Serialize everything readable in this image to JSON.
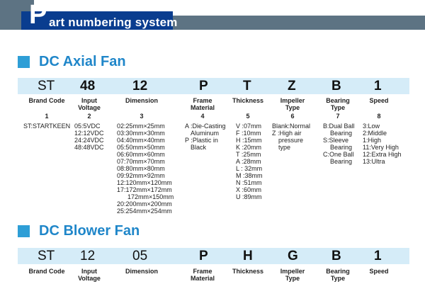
{
  "header": {
    "first_letter": "P",
    "rest": "art numbering system"
  },
  "axial": {
    "title": "DC Axial Fan",
    "codes": [
      "ST",
      "48",
      "12",
      "P",
      "T",
      "Z",
      "B",
      "1"
    ],
    "labels": [
      "Brand Code",
      "Input Voltage",
      "Dimension",
      "Frame Material",
      "Thickness",
      "Impeller Type",
      "Bearing Type",
      "Speed"
    ],
    "numbers": [
      "1",
      "2",
      "3",
      "4",
      "5",
      "6",
      "7",
      "8"
    ],
    "values": {
      "brand": [
        "ST:STARTKEEN"
      ],
      "voltage": [
        "05:5VDC",
        "12:12VDC",
        "24:24VDC",
        "48:48VDC"
      ],
      "dimension": [
        "02:25mm×25mm",
        "03:30mm×30mm",
        "04:40mm×40mm",
        "05:50mm×50mm",
        "06:60mm×60mm",
        "07:70mm×70mm",
        "08:80mm×80mm",
        "09:92mm×92mm",
        "12:120mm×120mm",
        "17:172mm×172mm",
        "172mm×150mm",
        "20:200mm×200mm",
        "25:254mm×254mm"
      ],
      "frame": [
        "A :Die-Casting",
        "Aluminum",
        "P :Plastic in",
        "Black"
      ],
      "thickness": [
        "V :07mm",
        "F :10mm",
        "H :15mm",
        "K :20mm",
        "T :25mm",
        "A :28mm",
        "L : 32mm",
        "M :38mm",
        "N :51mm",
        "X :60mm",
        "U :89mm"
      ],
      "impeller": [
        "Blank:Normal",
        "Z :High air",
        "pressure",
        "type"
      ],
      "bearing": [
        "B:Dual Ball",
        "Bearing",
        "S:Sleeve",
        "Bearing",
        "C:One Ball",
        "Bearing"
      ],
      "speed": [
        "3:Low",
        "2:Middle",
        "1:High",
        "11:Very High",
        "12:Extra High",
        "13:Ultra"
      ]
    }
  },
  "blower": {
    "title": "DC Blower Fan",
    "codes": [
      "ST",
      "12",
      "05",
      "P",
      "H",
      "G",
      "B",
      "1"
    ],
    "labels": [
      "Brand Code",
      "Input Voltage",
      "Dimension",
      "Frame Material",
      "Thickness",
      "Impeller Type",
      "Bearing Type",
      "Speed"
    ]
  },
  "colors": {
    "header_band": "#5d7383",
    "header_tab": "#0a3d8f",
    "accent_blue": "#1f86c9",
    "code_bar": "#d5ecf8"
  }
}
